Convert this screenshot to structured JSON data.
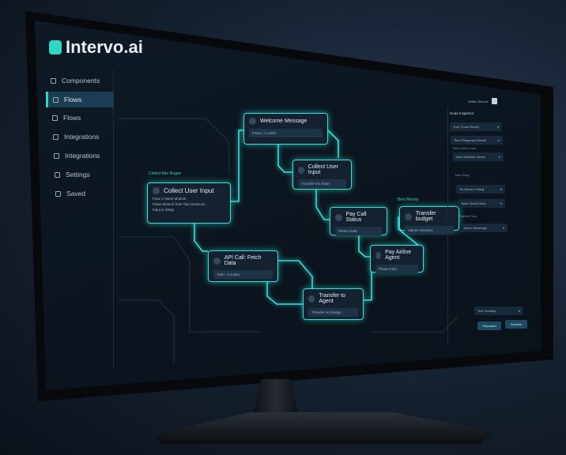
{
  "app": {
    "title": "Intervo.ai",
    "accent": "#2fd6c6"
  },
  "sidebar": {
    "items": [
      {
        "label": "Components",
        "icon": "home-icon",
        "active": false
      },
      {
        "label": "Flows",
        "icon": "flow-icon",
        "active": true
      },
      {
        "label": "Flows",
        "icon": "home-icon",
        "active": false
      },
      {
        "label": "Integrations",
        "icon": "plug-icon",
        "active": false
      },
      {
        "label": "Integrations",
        "icon": "plug-icon",
        "active": false
      },
      {
        "label": "Settings",
        "icon": "gear-icon",
        "active": false
      },
      {
        "label": "Saved",
        "icon": "save-icon",
        "active": false
      }
    ]
  },
  "header": {
    "service": "Sdfido Service"
  },
  "canvas": {
    "group_labels": [
      "Collect Mor Nogen",
      "Best Money"
    ],
    "nodes": [
      {
        "title": "Welcome Message",
        "sub": "Flows: 2 nodes"
      },
      {
        "title": "Collect User Input",
        "sub": "Transfer Ins Dean"
      },
      {
        "title": "Collect User Input",
        "desc": [
          "Flow 1 Tweet Module,",
          "Flows Branch from Two Sessions",
          "Input & Sleep"
        ]
      },
      {
        "title": "Pay Call Status",
        "sub": "Phase Data"
      },
      {
        "title": "Transfer budget",
        "sub": "Values Reviews"
      },
      {
        "title": "API Call: Fetch Data",
        "sub": "Topic: 3 nodes"
      },
      {
        "title": "Pay Airline Agent",
        "sub": "Phase Intnt"
      },
      {
        "title": "Transfer to Agent",
        "sub": "Transfer 3s Design"
      }
    ]
  },
  "panel": {
    "title": "Node Inspector",
    "fields": [
      {
        "label": "",
        "value": "Tree Turnel Rarety"
      },
      {
        "label": "",
        "value": "Time Response Events"
      },
      {
        "label": "Trans Control Once",
        "value": "Next Delaned Sence"
      },
      {
        "label": "Trans Setup",
        "value": "Tel Sorver Letting"
      },
      {
        "label": "",
        "value": "Token Send Drive"
      },
      {
        "label": "Transfer Form",
        "value": "Token Ownerdgs"
      }
    ],
    "footer_select": "Text Gcalerty",
    "buttons": [
      "Reposted",
      "Saveble"
    ]
  }
}
